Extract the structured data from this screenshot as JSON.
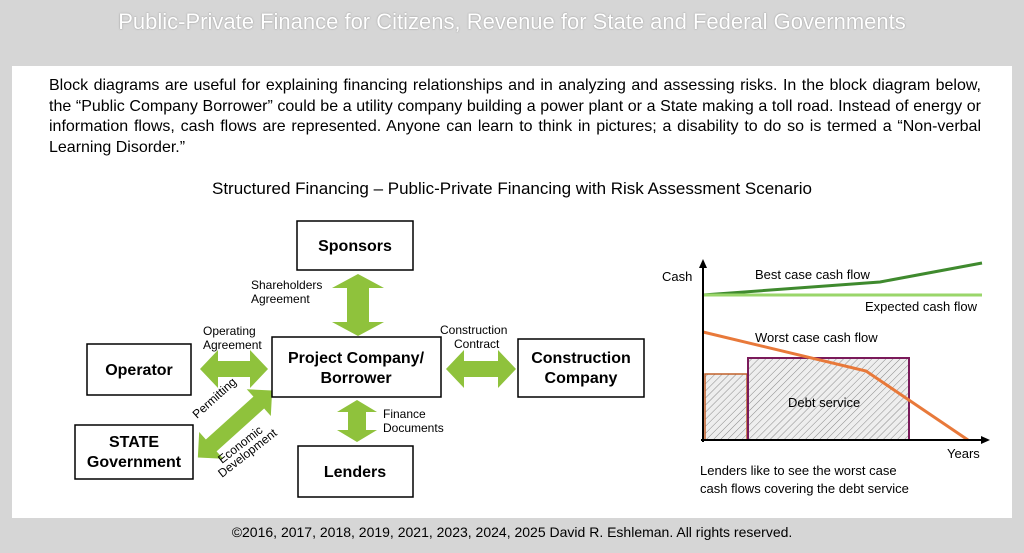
{
  "header": {
    "title": "Public-Private Finance for Citizens, Revenue for State and Federal Governments"
  },
  "intro": {
    "paragraph": "Block diagrams are useful for explaining financing relationships and in analyzing and assessing risks. In the block diagram below, the “Public Company Borrower” could be a utility company building a power plant or a State making a toll road. Instead of energy or information flows, cash flows are represented.  Anyone can learn to think in pictures; a disability to do so is termed a “Non-verbal Learning Disorder.”"
  },
  "diagram": {
    "title": "Structured Financing – Public-Private Financing with Risk Assessment Scenario",
    "boxes": {
      "sponsors": "Sponsors",
      "project_line1": "Project Company/",
      "project_line2": "Borrower",
      "operator": "Operator",
      "construction_line1": "Construction",
      "construction_line2": "Company",
      "state_line1": "STATE",
      "state_line2": "Government",
      "lenders": "Lenders"
    },
    "arrow_labels": {
      "shareholders_line1": "Shareholders",
      "shareholders_line2": "Agreement",
      "operating_line1": "Operating",
      "operating_line2": "Agreement",
      "construction_contract_line1": "Construction",
      "construction_contract_line2": "Contract",
      "finance_line1": "Finance",
      "finance_line2": "Documents",
      "permitting": "Permitting",
      "economic_line1": "Economic",
      "economic_line2": "Development"
    },
    "colors": {
      "arrow": "#8fc23c",
      "box_border": "#000000",
      "best_case": "#3f8a2e",
      "expected": "#9ad66a",
      "worst_case": "#e8793a",
      "debt_border": "#7a1a5a",
      "early_debt_border": "#c0602a"
    }
  },
  "graph": {
    "y_axis_label": "Cash",
    "x_axis_label": "Years",
    "best_case_label": "Best case cash flow",
    "expected_label": "Expected cash flow",
    "worst_case_label": "Worst case cash flow",
    "debt_service_label": "Debt service",
    "caption_line1": "Lenders like to see the worst case",
    "caption_line2": "cash flows covering the debt service"
  },
  "footer": {
    "copyright": "©2016, 2017, 2018, 2019, 2021, 2023, 2024, 2025 David R. Eshleman. All rights reserved."
  }
}
